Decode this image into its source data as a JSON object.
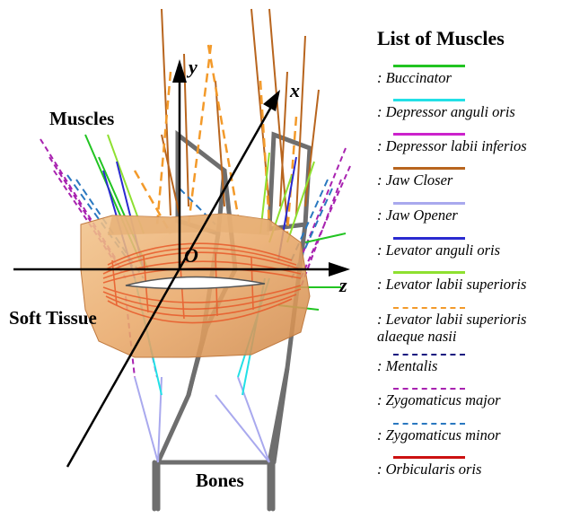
{
  "labels": {
    "muscles": "Muscles",
    "soft_tissue": "Soft Tissue",
    "bones": "Bones",
    "axis_x": "x",
    "axis_y": "y",
    "axis_z": "z",
    "origin": "O"
  },
  "legend": {
    "title": "List of Muscles",
    "items": [
      {
        "label": ": Buccinator",
        "color": "#22c422",
        "dash": false
      },
      {
        "label": ": Depressor anguli oris",
        "color": "#22e0e6",
        "dash": false
      },
      {
        "label": ": Depressor labii inferios",
        "color": "#cc22cc",
        "dash": false
      },
      {
        "label": ": Jaw Closer",
        "color": "#b8651e",
        "dash": false
      },
      {
        "label": ": Jaw Opener",
        "color": "#a9a9ee",
        "dash": false
      },
      {
        "label": ": Levator anguli oris",
        "color": "#2a2ad0",
        "dash": false
      },
      {
        "label": ": Levator labii superioris",
        "color": "#8ee030",
        "dash": false
      },
      {
        "label": ": Levator labii superioris\nalaeque nasii",
        "color": "#f39a2a",
        "dash": true
      },
      {
        "label": ": Mentalis",
        "color": "#151580",
        "dash": true
      },
      {
        "label": ": Zygomaticus major",
        "color": "#a822b0",
        "dash": true
      },
      {
        "label": ": Zygomaticus minor",
        "color": "#2a78c0",
        "dash": true
      },
      {
        "label": ": Orbicularis oris",
        "color": "#cc1111",
        "dash": false
      }
    ]
  }
}
